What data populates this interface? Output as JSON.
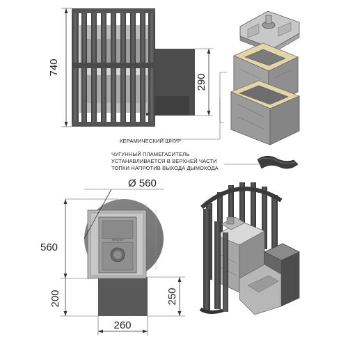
{
  "dimensions": {
    "height_total": "740",
    "tunnel_height": "290",
    "diameter": "Ø 560",
    "height_front": "560",
    "base_height": "200",
    "tunnel_depth": "250",
    "tunnel_width": "260"
  },
  "callouts": {
    "ceramic_cord": "КЕРАМИЧЕСКИЙ ШНУР",
    "flame_arrester": [
      "ЧУГУННЫЙ ПЛАМЕГАСИТЕЛЬ",
      "УСТАНАВЛИВАЕТСЯ В ВЕРХНЕЙ ЧАСТИ",
      "ТОПКИ НАПРОТИВ ВЫХОДА ДЫМОХОДА"
    ]
  },
  "door_brand": "VESUVIY",
  "colors": {
    "metal_dark": "#4a4a4a",
    "metal_mid": "#8c8c8c",
    "metal_light": "#c9c9c9",
    "firebox_face": "#b8b8b8",
    "ceramic_cord": "#e2d6a8"
  }
}
